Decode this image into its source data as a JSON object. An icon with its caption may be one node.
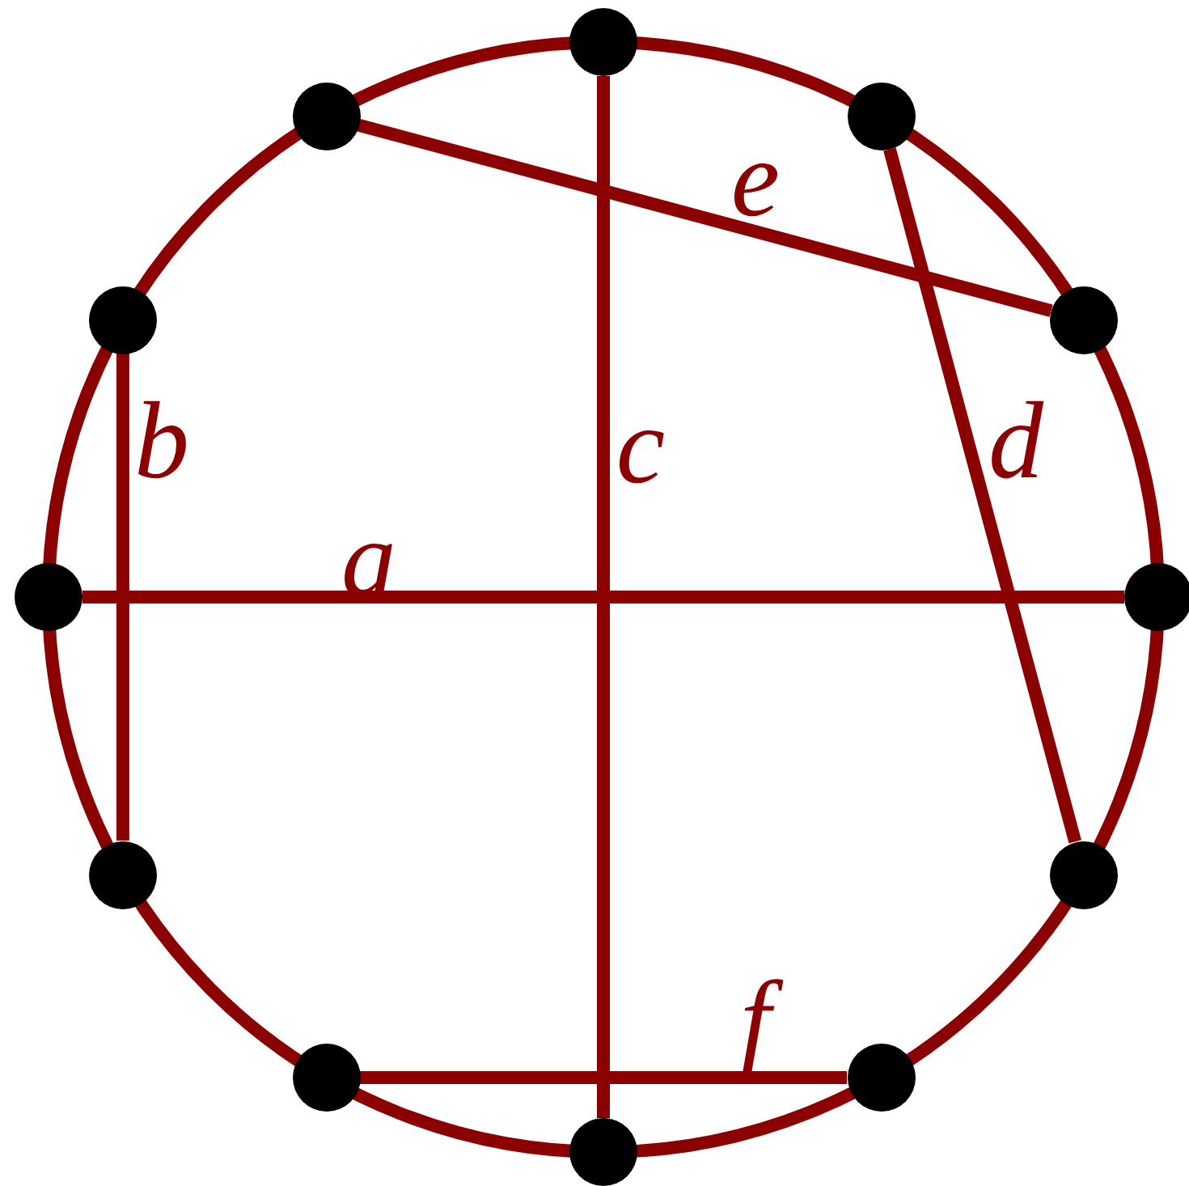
{
  "diagram": {
    "nodes": [
      {
        "text": [],
        "shape": "circle"
      },
      {
        "text": [],
        "shape": "circle"
      },
      {
        "text": [],
        "shape": "circle"
      },
      {
        "text": [],
        "shape": "circle"
      },
      {
        "text": [],
        "shape": "circle"
      },
      {
        "text": [],
        "shape": "circle"
      },
      {
        "text": [],
        "shape": "circle"
      },
      {
        "text": [],
        "shape": "circle"
      },
      {
        "text": [],
        "shape": "circle"
      },
      {
        "text": [],
        "shape": "circle"
      },
      {
        "text": [],
        "shape": "circle"
      },
      {
        "text": [],
        "shape": "circle"
      }
    ],
    "edges": [
      {
        "from": 9,
        "to": 3,
        "arrow": "none",
        "label": "a"
      },
      {
        "from": 10,
        "to": 8,
        "arrow": "none",
        "label": "b"
      },
      {
        "from": 0,
        "to": 6,
        "arrow": "none",
        "label": "c"
      },
      {
        "from": 1,
        "to": 4,
        "arrow": "none",
        "label": "d"
      },
      {
        "from": 11,
        "to": 2,
        "arrow": "none",
        "label": "e"
      },
      {
        "from": 7,
        "to": 5,
        "arrow": "none",
        "label": "f"
      }
    ]
  }
}
